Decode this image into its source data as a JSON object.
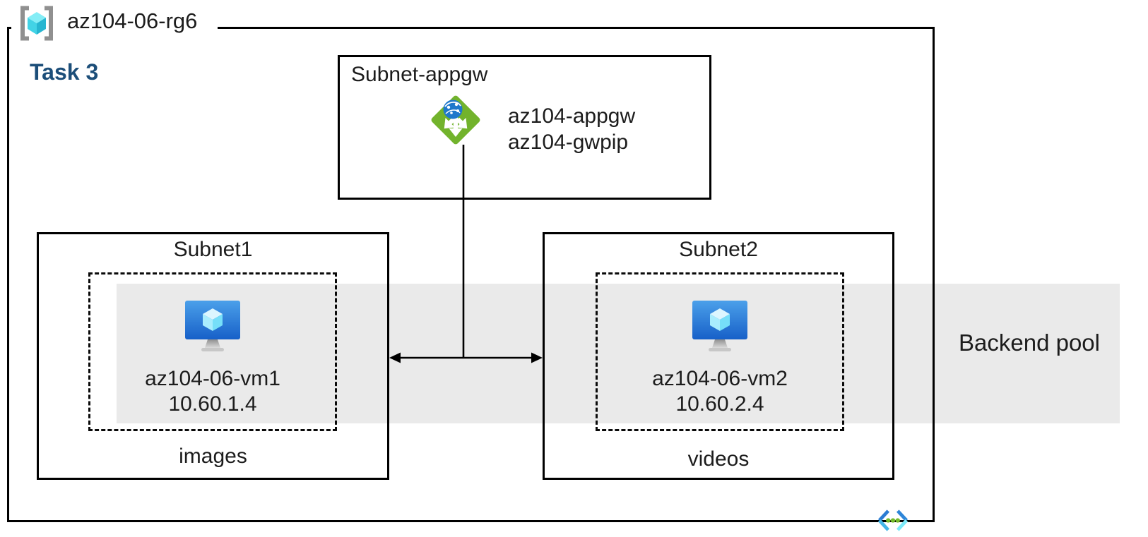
{
  "resource_group": {
    "name": "az104-06-rg6"
  },
  "task": {
    "label": "Task 3",
    "color": "#1C4E79"
  },
  "appgw_subnet": {
    "title": "Subnet-appgw",
    "gateway_name": "az104-appgw",
    "public_ip_name": "az104-gwpip"
  },
  "subnet1": {
    "title": "Subnet1",
    "vm_name": "az104-06-vm1",
    "vm_ip": "10.60.1.4",
    "container_label": "images"
  },
  "subnet2": {
    "title": "Subnet2",
    "vm_name": "az104-06-vm2",
    "vm_ip": "10.60.2.4",
    "container_label": "videos"
  },
  "backend_pool": {
    "label": "Backend pool",
    "band_color": "#EAEAEA"
  },
  "icons": {
    "resource_group": "resource-group-icon",
    "application_gateway": "application-gateway-icon",
    "virtual_machine": "virtual-machine-icon",
    "virtual_network": "virtual-network-icon"
  },
  "colors": {
    "border_black": "#000000",
    "appgw_green": "#72B32C",
    "globe_blue": "#1F78CB",
    "vm_screen_top": "#4BA0EA",
    "vm_screen_bottom": "#1760C8",
    "cube_cyan": "#76DFF9",
    "rg_bracket_gray": "#909090",
    "vnet_dot_green": "#76BC2D",
    "vnet_blue_dark": "#2B7CD3",
    "vnet_blue_light": "#7CE9F8"
  }
}
